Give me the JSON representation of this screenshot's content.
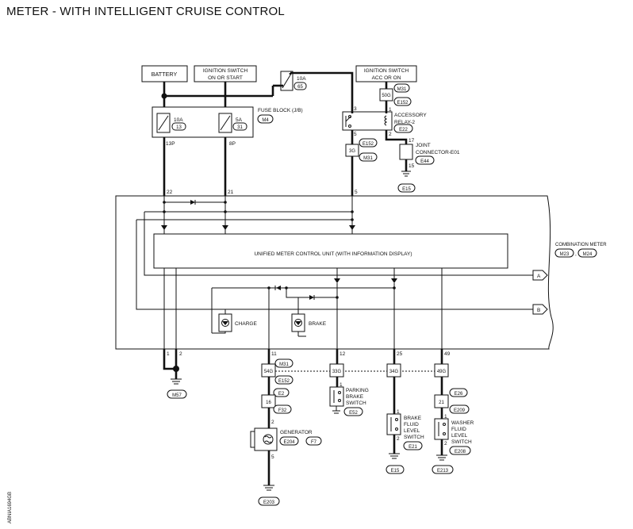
{
  "title": "METER - WITH INTELLIGENT CRUISE CONTROL",
  "power": {
    "battery": "BATTERY",
    "ign_on_1": "IGNITION SWITCH",
    "ign_on_2": "ON OR START",
    "ign_acc_1": "IGNITION SWITCH",
    "ign_acc_2": "ACC OR ON"
  },
  "fuse_top": {
    "rating": "10A",
    "number": "65"
  },
  "fuse_block": {
    "label": "FUSE BLOCK (J/B)",
    "connector": "M4",
    "fuse1_rating": "10A",
    "fuse1_number": "13",
    "fuse1_terminal": "13P",
    "fuse2_rating": "5A",
    "fuse2_number": "31",
    "fuse2_terminal": "8P"
  },
  "relay": {
    "conn_m31": "M31",
    "term_50g": "50G",
    "conn_e152": "E152",
    "pin1": "1",
    "pin2": "2",
    "pin3": "3",
    "pin5": "5",
    "label1": "ACCESSORY",
    "label2": "RELAY-2",
    "connector": "E22",
    "conn_e152b": "E152",
    "term_3g": "3G",
    "conn_m31b": "M31"
  },
  "joint": {
    "pin17": "17",
    "pin15": "15",
    "label1": "JOINT",
    "label2": "CONNECTOR-E01",
    "connector": "E44",
    "ground": "E15"
  },
  "meter": {
    "label": "COMBINATION METER",
    "conn1": "M23",
    "sep": ",",
    "conn2": "M24",
    "unit": "UNIFIED METER CONTROL UNIT (WITH INFORMATION DISPLAY)",
    "pin22": "22",
    "pin21": "21",
    "pin5": "5",
    "to_a": "A",
    "to_b": "B",
    "charge": "CHARGE",
    "brake": "BRAKE",
    "pin1": "1",
    "pin2": "2",
    "pin11": "11",
    "pin12": "12",
    "pin25": "25",
    "pin49": "49",
    "ground": "M57"
  },
  "harness": {
    "m31": "M31",
    "e152": "E152",
    "t54g": "54G",
    "t33g": "33G",
    "t34g": "34G",
    "t49g": "49G"
  },
  "generator": {
    "conn_e2": "E2",
    "t16": "16",
    "conn_f32": "F32",
    "pin2": "2",
    "pin5": "5",
    "label": "GENERATOR",
    "conn1": "E204",
    "conn2": "F7",
    "ground": "E203"
  },
  "parking": {
    "pin1": "1",
    "label1": "PARKING",
    "label2": "BRAKE",
    "label3": "SWITCH",
    "connector": "E52"
  },
  "brake_fluid": {
    "pin1": "1",
    "pin2": "2",
    "label1": "BRAKE",
    "label2": "FLUID",
    "label3": "LEVEL",
    "label4": "SWITCH",
    "connector": "E21",
    "ground": "E15"
  },
  "washer": {
    "conn_e26": "E26",
    "t21": "21",
    "conn_e209": "E209",
    "pin1": "1",
    "pin2": "2",
    "label1": "WASHER",
    "label2": "FLUID",
    "label3": "LEVEL",
    "label4": "SWITCH",
    "connector": "E208",
    "ground": "E213"
  },
  "footer_code": "ABNIA1694GB"
}
